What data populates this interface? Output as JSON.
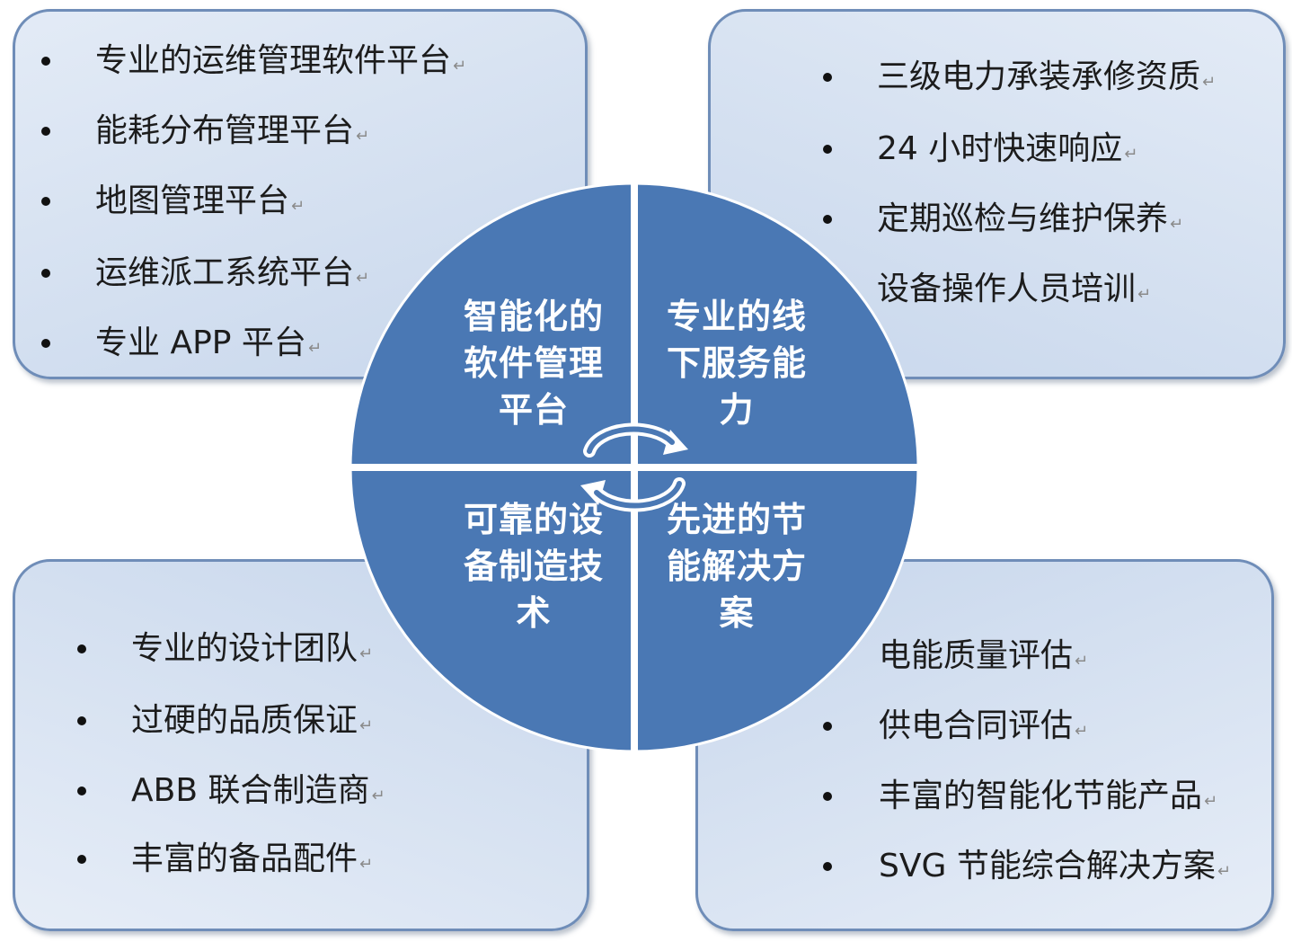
{
  "center": {
    "quadrants": [
      {
        "id": "top-left",
        "label": "智能化的\n软件管理\n平台"
      },
      {
        "id": "top-right",
        "label": "专业的线\n下服务能\n力"
      },
      {
        "id": "bottom-left",
        "label": "可靠的设\n备制造技\n术"
      },
      {
        "id": "bottom-right",
        "label": "先进的节\n能解决方\n案"
      }
    ],
    "cycle_icon": "refresh-cycle-icon",
    "colors": {
      "fill": "#4a78b4",
      "divider": "#ffffff",
      "text": "#ffffff"
    }
  },
  "panels": {
    "top_left": {
      "items": [
        "专业的运维管理软件平台",
        "能耗分布管理平台",
        "地图管理平台",
        "运维派工系统平台",
        "专业 APP 平台"
      ]
    },
    "top_right": {
      "items": [
        "三级电力承装承修资质",
        "24 小时快速响应",
        "定期巡检与维护保养",
        "设备操作人员培训"
      ]
    },
    "bottom_left": {
      "items": [
        "专业的设计团队",
        "过硬的品质保证",
        "ABB 联合制造商",
        "丰富的备品配件"
      ]
    },
    "bottom_right": {
      "items": [
        "电能质量评估",
        "供电合同评估",
        "丰富的智能化节能产品",
        "SVG 节能综合解决方案"
      ]
    },
    "paragraph_mark": "↵",
    "colors": {
      "box_border": "#6f8db8",
      "box_fill_light": "#e3ebf6",
      "box_fill_dark": "#c8d7ec"
    }
  }
}
